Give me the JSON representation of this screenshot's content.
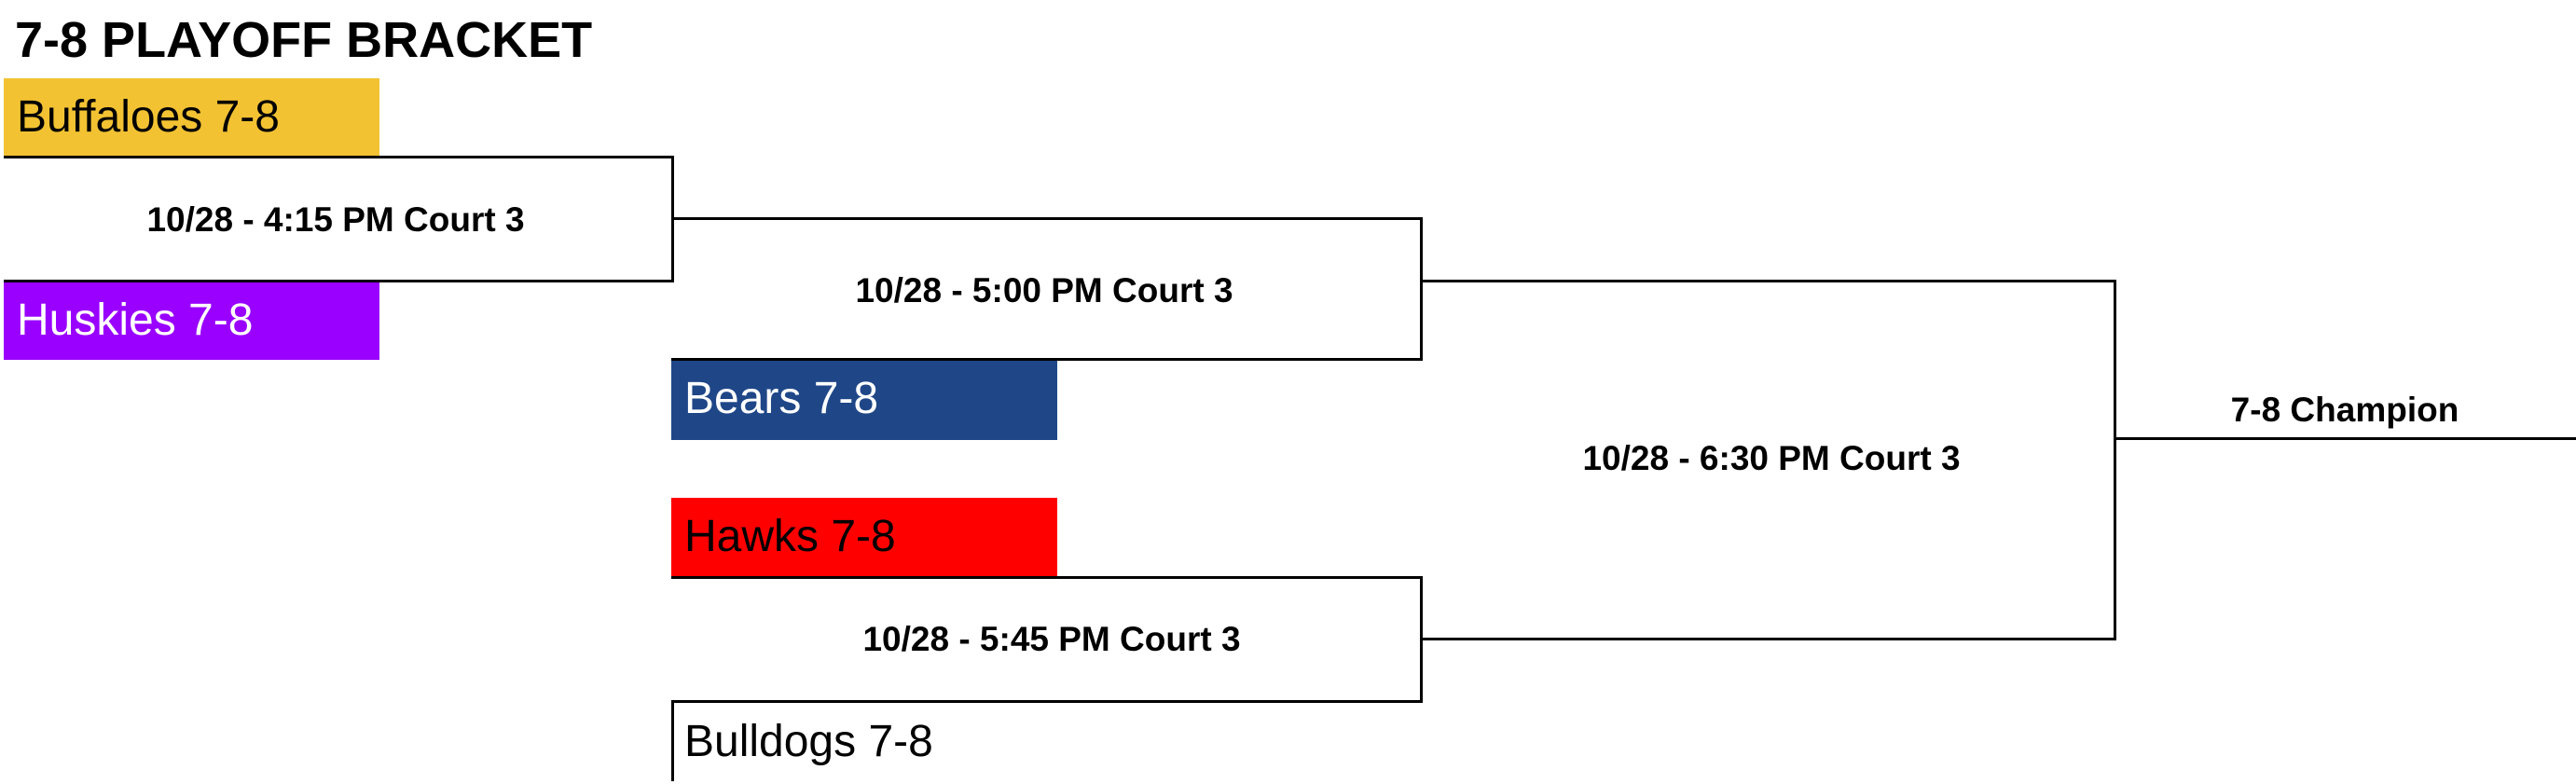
{
  "title": "7-8 PLAYOFF BRACKET",
  "teams": [
    {
      "name": "Buffaloes 7-8",
      "color": "#F2C232",
      "text_color": "#000000"
    },
    {
      "name": "Huskies 7-8",
      "color": "#9900FF",
      "text_color": "#FFFFFF"
    },
    {
      "name": "Bears 7-8",
      "color": "#1F4788",
      "text_color": "#FFFFFF"
    },
    {
      "name": "Hawks 7-8",
      "color": "#FF0000",
      "text_color": "#000000"
    },
    {
      "name": "Bulldogs 7-8",
      "color": "#FFFFFF",
      "text_color": "#000000"
    }
  ],
  "games": [
    {
      "label": "10/28 - 4:15 PM Court 3"
    },
    {
      "label": "10/28 - 5:00 PM Court 3"
    },
    {
      "label": "10/28 - 5:45 PM Court 3"
    },
    {
      "label": "10/28 - 6:30 PM Court 3"
    }
  ],
  "champion_label": "7-8 Champion"
}
